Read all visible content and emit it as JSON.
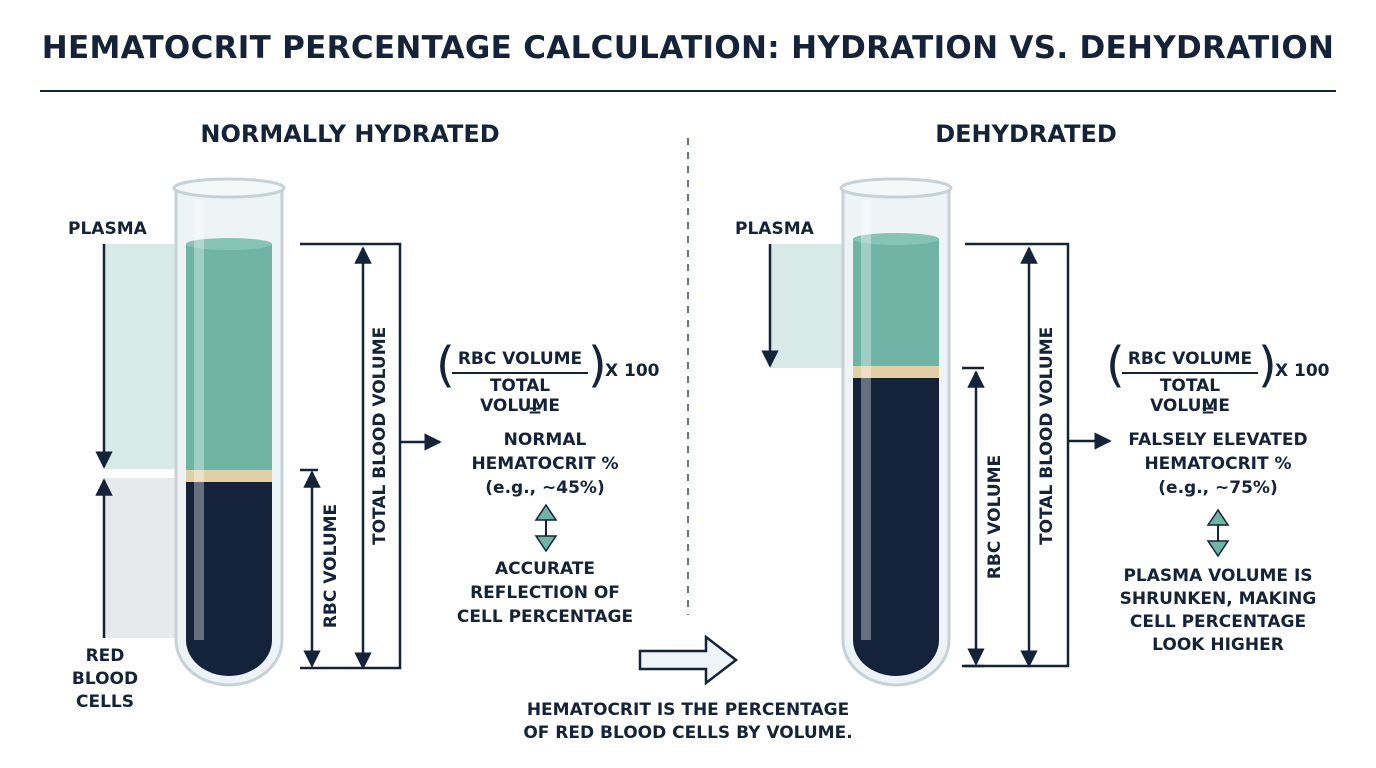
{
  "title": "HEMATOCRIT PERCENTAGE CALCULATION: HYDRATION VS. DEHYDRATION",
  "colors": {
    "navy": "#14233a",
    "plasma": "#6fb4a5",
    "plasma_light": "#d7eae5",
    "buffy_coat": "#e3cfa6",
    "glass": "#e8eef1",
    "gray_band": "#e6eaed"
  },
  "left": {
    "heading": "NORMALLY HYDRATED",
    "plasma_label": "PLASMA",
    "rbc_label": "RED BLOOD CELLS",
    "rbc_volume_label": "RBC VOLUME",
    "total_volume_label": "TOTAL BLOOD VOLUME",
    "formula_numerator": "RBC VOLUME",
    "formula_denominator": "TOTAL VOLUME",
    "formula_multiplier": "X 100",
    "equals": "=",
    "result_line1": "NORMAL",
    "result_line2": "HEMATOCRIT %",
    "result_line3": "(e.g., ~45%)",
    "note_line1": "ACCURATE",
    "note_line2": "REFLECTION OF",
    "note_line3": "CELL PERCENTAGE"
  },
  "right": {
    "heading": "DEHYDRATED",
    "plasma_label": "PLASMA",
    "rbc_volume_label": "RBC VOLUME",
    "total_volume_label": "TOTAL BLOOD VOLUME",
    "formula_numerator": "RBC VOLUME",
    "formula_denominator": "TOTAL VOLUME",
    "formula_multiplier": "X 100",
    "equals": "=",
    "result_line1": "FALSELY ELEVATED",
    "result_line2": "HEMATOCRIT %",
    "result_line3": "(e.g., ~75%)",
    "note_line1": "PLASMA VOLUME IS",
    "note_line2": "SHRUNKEN, MAKING",
    "note_line3": "CELL PERCENTAGE",
    "note_line4": "LOOK HIGHER"
  },
  "footer": {
    "line1": "HEMATOCRIT IS THE PERCENTAGE",
    "line2": "OF RED BLOOD CELLS BY VOLUME."
  }
}
